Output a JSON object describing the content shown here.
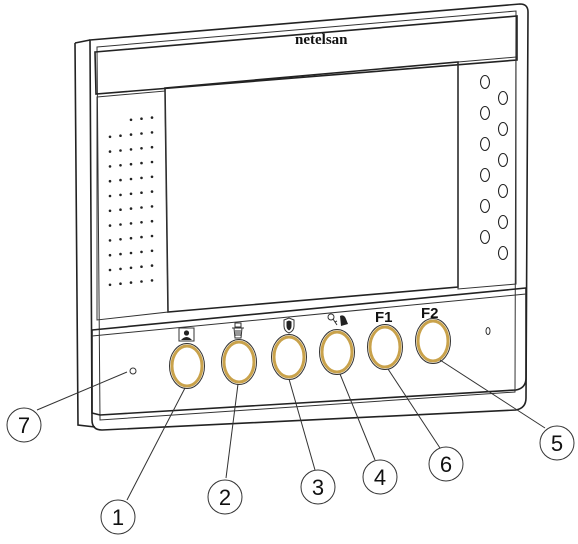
{
  "brand": {
    "name": "netelsan"
  },
  "buttons": [
    {
      "id": "btn-1",
      "label_icon": "person-icon",
      "label": "",
      "callout": "1"
    },
    {
      "id": "btn-2",
      "label_icon": "trash-lock-icon",
      "label": "",
      "callout": "2"
    },
    {
      "id": "btn-3",
      "label_icon": "shield-icon",
      "label": "",
      "callout": "3"
    },
    {
      "id": "btn-4",
      "label_icon": "key-bell-icon",
      "label": "",
      "callout": "4"
    },
    {
      "id": "btn-5",
      "label_icon": "",
      "label": "F1",
      "callout": "6"
    },
    {
      "id": "btn-6",
      "label_icon": "",
      "label": "F2",
      "callout": "5"
    }
  ],
  "callouts": {
    "led": "7"
  },
  "colors": {
    "button_ring": "#c9a24b",
    "outline": "#222222"
  }
}
